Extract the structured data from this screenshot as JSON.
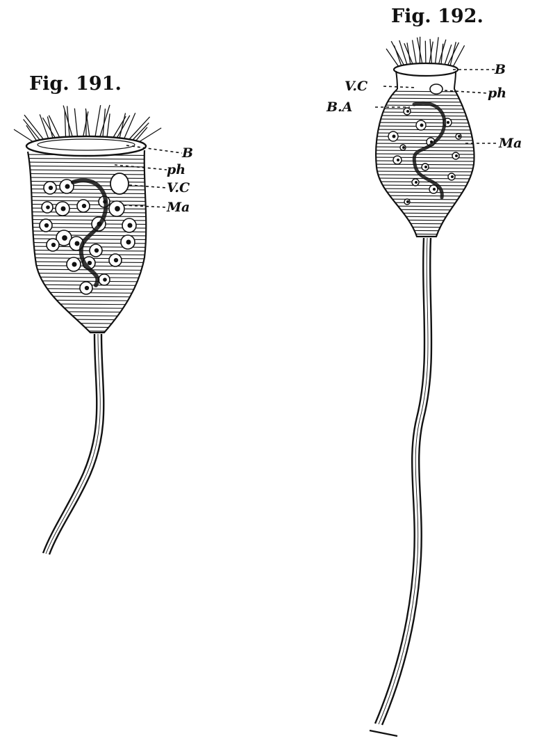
{
  "figures": [
    {
      "caption": "Fig. 191.",
      "labels": {
        "B": "B",
        "ph": "ph",
        "vc": "V.C",
        "ma": "Ma"
      }
    },
    {
      "caption": "Fig. 192.",
      "labels": {
        "B": "B",
        "vc": "V.C",
        "ph": "ph",
        "ba": "B.A",
        "ma": "Ma"
      }
    }
  ]
}
